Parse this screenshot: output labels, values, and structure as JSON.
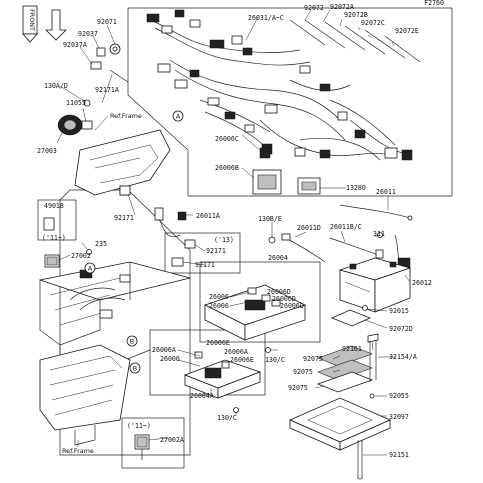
{
  "diagram_id": "F2760",
  "front_label": "FRONT",
  "ref_frame_label": "Ref.Frame",
  "callouts": [
    "A",
    "B"
  ],
  "part_numbers": {
    "p92071": "92071",
    "p92037": "92037",
    "p92037A": "92037A",
    "p130AD": "130A/D",
    "p11055": "11055",
    "p92171A": "92171A",
    "p27003": "27003",
    "p26031": "26031/A~C",
    "p92072": "92072",
    "p92072A": "92072A",
    "p92072B": "92072B",
    "p92072C": "92072C",
    "p92072E": "92072E",
    "p26006C": "26006C",
    "p26006B": "26006B",
    "p13280": "13280",
    "p26011": "26011",
    "p49018": "49018",
    "p11note": "('11~)",
    "p92171": "92171",
    "p26011A": "26011A",
    "p235": "235",
    "p27002": "27002",
    "p13note": "('13)",
    "p92171b": "92171",
    "p92171c": "92171",
    "p130BE": "130B/E",
    "p26011D": "26011D",
    "p26011BC": "26011B/C",
    "p311": "311",
    "p26012": "26012",
    "p26004": "26004",
    "p26006": "26006",
    "p26006D": "26006D",
    "p26006b2": "26006",
    "p26006D2": "26006D",
    "p26006D3": "26006D",
    "p92015": "92015",
    "p92072D": "92072D",
    "p92161": "92161",
    "p32154A": "32154/A",
    "p92075": "92075",
    "p92075b": "92075",
    "p92075c": "92075",
    "p26006A": "26006A",
    "p26006E": "26006E",
    "p26006A2": "26006A",
    "p26006c2": "26006",
    "p26006E2": "26006E",
    "p130C": "130/C",
    "p26004A": "26004A",
    "p92055": "92055",
    "p32097": "32097",
    "p130C2": "130/C",
    "p11note2": "('11~)",
    "p27002A": "27002A",
    "p92151": "92151"
  }
}
